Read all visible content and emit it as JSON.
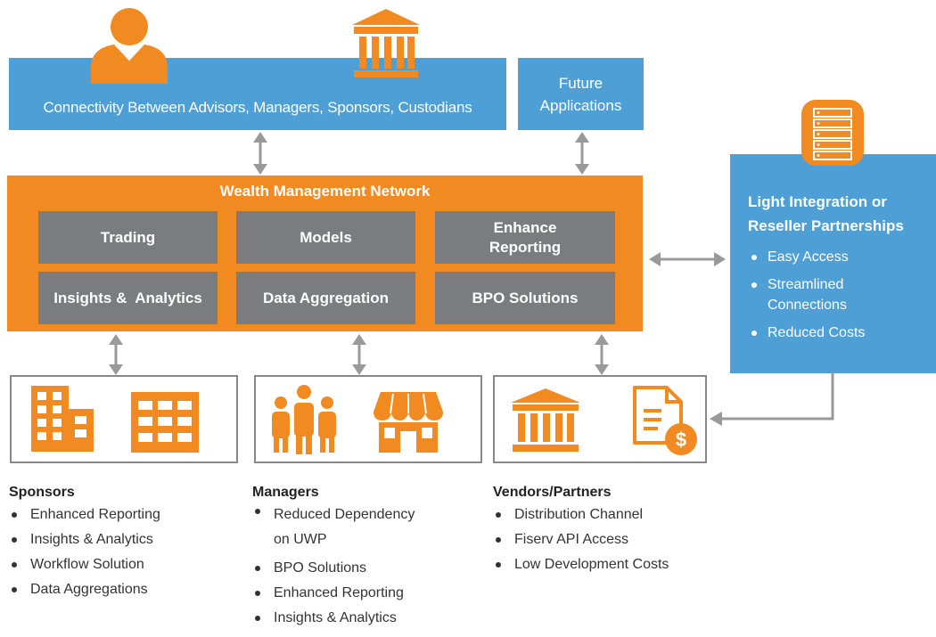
{
  "top_bar": {
    "text": "Connectivity Between Advisors, Managers, Sponsors, Custodians"
  },
  "future": {
    "line1": "Future",
    "line2": "Applications"
  },
  "network": {
    "title": "Wealth Management Network",
    "tiles": [
      {
        "label": "Trading"
      },
      {
        "label": "Models"
      },
      {
        "label": "Enhance Reporting"
      },
      {
        "label": "Insights &  Analytics"
      },
      {
        "label": "Data Aggregation"
      },
      {
        "label": "BPO Solutions"
      }
    ]
  },
  "right_panel": {
    "title_line1": "Light Integration or",
    "title_line2": "Reseller Partnerships",
    "items": [
      "Easy Access",
      "Streamlined Connections",
      "Reduced Costs"
    ]
  },
  "sponsors": {
    "title": "Sponsors",
    "items": [
      "Enhanced Reporting",
      "Insights & Analytics",
      "Workflow Solution",
      "Data Aggregations"
    ]
  },
  "managers": {
    "title": "Managers",
    "items": [
      "Reduced Dependency on UWP",
      "BPO Solutions",
      "Enhanced Reporting",
      "Insights & Analytics"
    ]
  },
  "vendors": {
    "title": "Vendors/Partners",
    "items": [
      "Distribution Channel",
      "Fiserv API Access",
      "Low Development Costs"
    ]
  },
  "colors": {
    "orange": "#f28a22",
    "blue": "#4d9fd6",
    "tile_gray": "#7b7c7f",
    "border_gray": "#888888"
  },
  "icons": [
    "person-icon",
    "bank-icon",
    "server-icon",
    "office-building-icon",
    "apartment-building-icon",
    "people-group-icon",
    "storefront-icon",
    "document-dollar-icon",
    "double-arrow-icon"
  ]
}
